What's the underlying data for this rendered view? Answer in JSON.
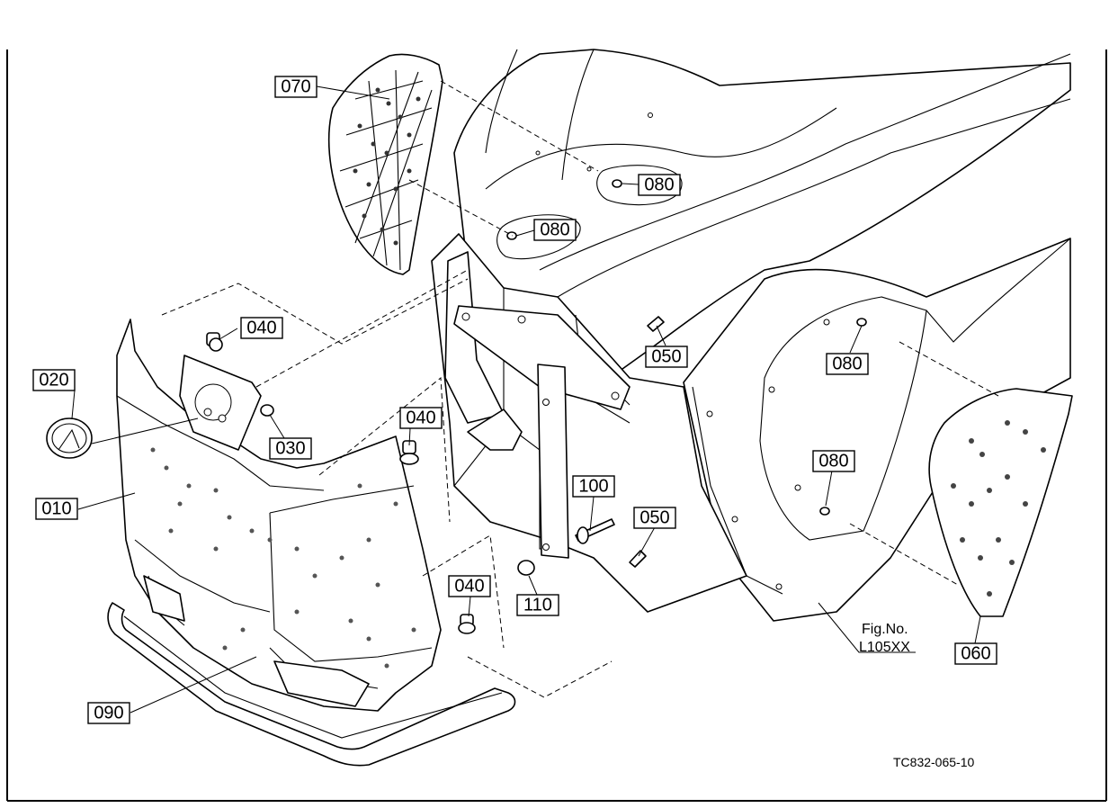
{
  "callouts": {
    "p010": "010",
    "p020": "020",
    "p030": "030",
    "p040a": "040",
    "p040b": "040",
    "p040c": "040",
    "p050a": "050",
    "p050b": "050",
    "p060": "060",
    "p070": "070",
    "p080a": "080",
    "p080b": "080",
    "p080c": "080",
    "p080d": "080",
    "p090": "090",
    "p100": "100",
    "p110": "110"
  },
  "figure": {
    "fig_label": "Fig.No.",
    "fig_number": "L105XX",
    "drawing_code": "TC832-065-10"
  }
}
